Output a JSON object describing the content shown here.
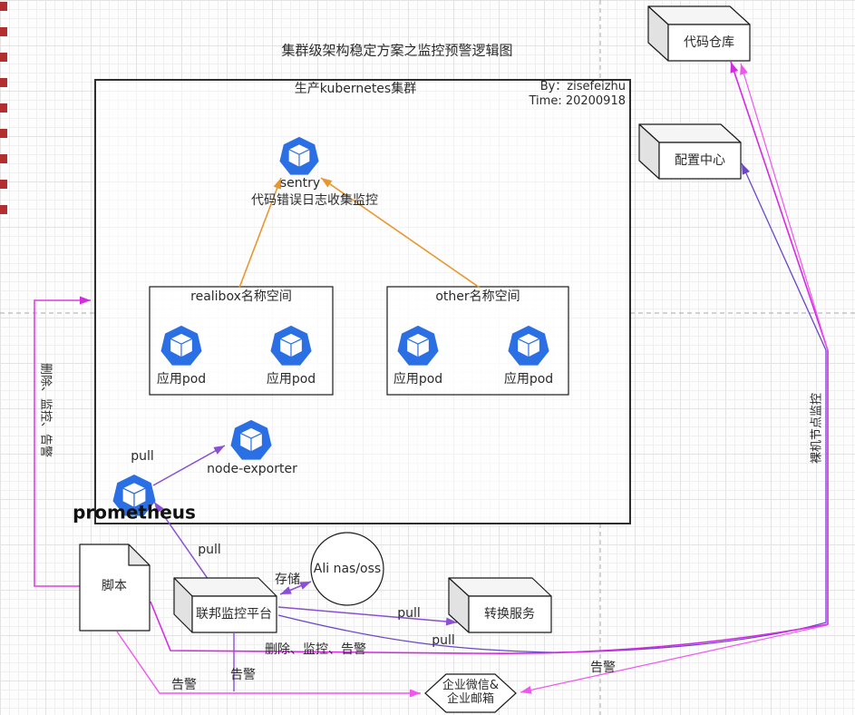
{
  "diagram": {
    "title": "集群级架构稳定方案之监控预警逻辑图",
    "byline": "By：zisefeizhu",
    "timestamp": "Time: 20200918"
  },
  "cluster": {
    "title": "生产kubernetes集群",
    "sentry": {
      "name": "sentry",
      "description": "代码错误日志收集监控"
    },
    "namespaces": [
      {
        "title": "realibox名称空间",
        "pods": [
          {
            "label": "应用pod"
          },
          {
            "label": "应用pod"
          }
        ]
      },
      {
        "title": "other名称空间",
        "pods": [
          {
            "label": "应用pod"
          },
          {
            "label": "应用pod"
          }
        ]
      }
    ],
    "node_exporter": {
      "label": "node-exporter"
    },
    "prometheus": {
      "label": "prometheus"
    }
  },
  "external": {
    "code_repo": {
      "label": "代码仓库"
    },
    "config_center": {
      "label": "配置中心"
    },
    "script": {
      "label": "脚本"
    },
    "federation": {
      "label": "联邦监控平台"
    },
    "ali_storage": {
      "label": "Ali  nas/oss"
    },
    "converter": {
      "label": "转换服务"
    },
    "notify": {
      "line1": "企业微信&",
      "line2": "企业邮箱"
    }
  },
  "edges": {
    "pull_node_exporter": "pull",
    "pull_prometheus": "pull",
    "pull_converter": "pull",
    "pull_bare_metal": "pull",
    "storage": "存储",
    "script_actions": "删除、监控、告警",
    "platform_actions": "删除、监控、告警",
    "alert_federation": "告警",
    "alert_script": "告警",
    "alert_bare_metal": "告警",
    "bare_metal_monitor": "裸机节点监控"
  },
  "colors": {
    "pod_blue": "#2b6fe4",
    "arrow_orange": "#e8962e",
    "arrow_violet": "#8a4fd3",
    "arrow_blue_violet": "#6b46c8",
    "arrow_magenta": "#d42be2",
    "arrow_pink": "#f055f0"
  }
}
